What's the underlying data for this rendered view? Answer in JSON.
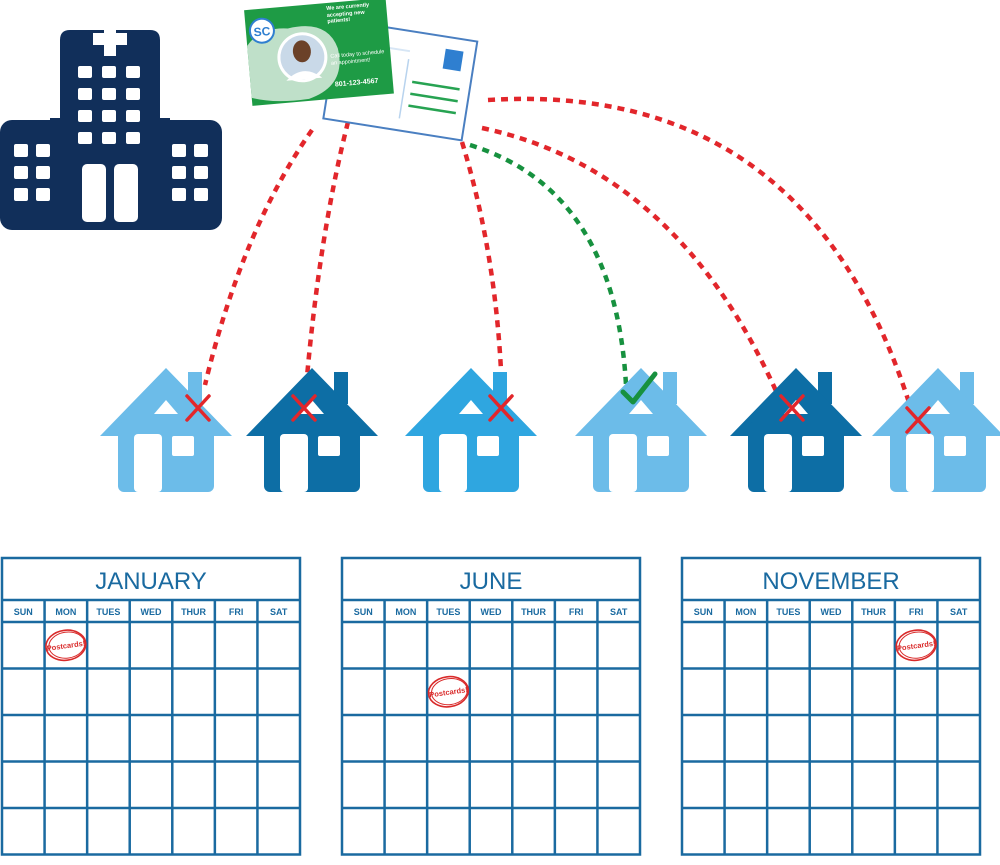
{
  "colors": {
    "navy": "#112f5a",
    "dark_blue": "#0d6ea5",
    "mid_blue": "#2fa6e0",
    "light_blue": "#6cbce9",
    "calendar_blue": "#1a6aa0",
    "postcard_green": "#1e9b45",
    "line_red": "#e2262b",
    "line_green": "#17913f",
    "stamp_red": "#d92a2a"
  },
  "postcard": {
    "logo": "SC",
    "headline": "We are currently accepting new patients!",
    "cta": "Call today to schedule an appointment!",
    "phone": "801-123-4567"
  },
  "houses": [
    {
      "shade": "light",
      "status": "x"
    },
    {
      "shade": "dark",
      "status": "x"
    },
    {
      "shade": "mid",
      "status": "x"
    },
    {
      "shade": "light",
      "status": "check"
    },
    {
      "shade": "dark",
      "status": "x"
    },
    {
      "shade": "light",
      "status": "x"
    }
  ],
  "weekdays": [
    "SUN",
    "MON",
    "TUES",
    "WED",
    "THUR",
    "FRI",
    "SAT"
  ],
  "calendars": [
    {
      "month": "JANUARY",
      "stamp": "Postcards!",
      "stamp_day": "MON",
      "stamp_week": 1
    },
    {
      "month": "JUNE",
      "stamp": "Postcards!",
      "stamp_day": "TUES",
      "stamp_week": 2
    },
    {
      "month": "NOVEMBER",
      "stamp": "Postcards!",
      "stamp_day": "FRI",
      "stamp_week": 1
    }
  ]
}
